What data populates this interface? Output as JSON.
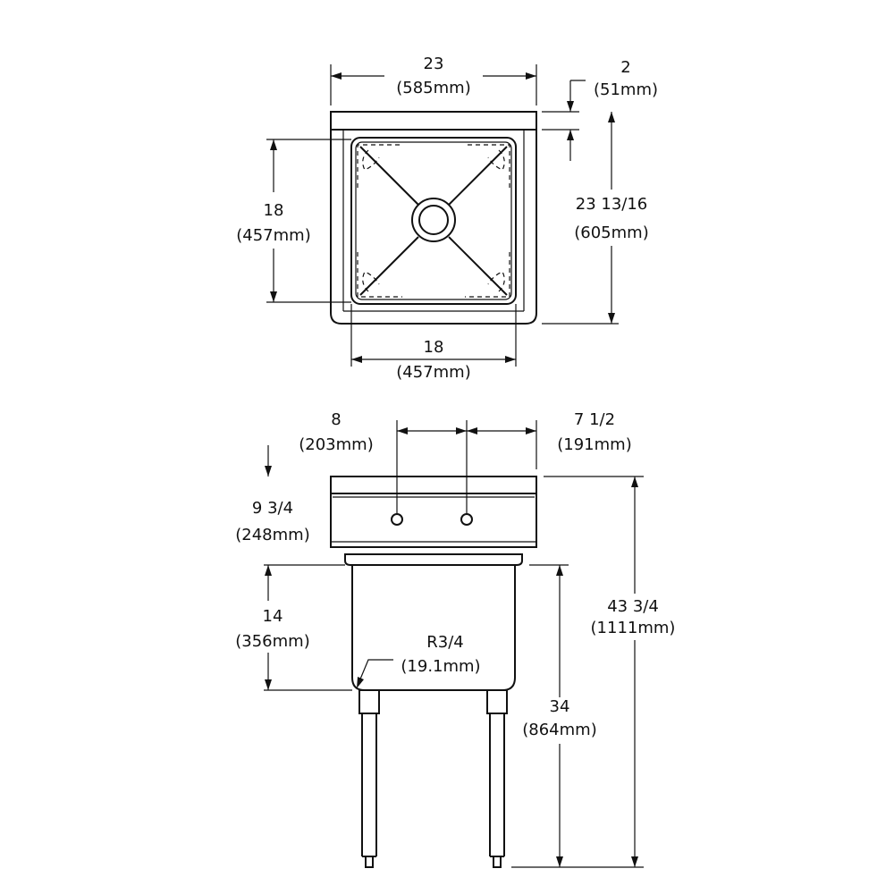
{
  "top_view": {
    "overall_width": {
      "value": "23",
      "metric": "(585mm)"
    },
    "backsplash": {
      "value": "2",
      "metric": "(51mm)"
    },
    "bowl_front_to_back": {
      "value": "18",
      "metric": "(457mm)"
    },
    "overall_depth": {
      "value": "23 13/16",
      "metric": "(605mm)"
    },
    "bowl_width": {
      "value": "18",
      "metric": "(457mm)"
    }
  },
  "front_view": {
    "faucet_center": {
      "value": "8",
      "metric": "(203mm)"
    },
    "faucet_offset": {
      "value": "7 1/2",
      "metric": "(191mm)"
    },
    "splash_height": {
      "value": "9 3/4",
      "metric": "(248mm)"
    },
    "bowl_depth": {
      "value": "14",
      "metric": "(356mm)"
    },
    "corner_radius": {
      "value": "R3/4",
      "metric": "(19.1mm)"
    },
    "rim_height": {
      "value": "34",
      "metric": "(864mm)"
    },
    "overall_height": {
      "value": "43 3/4",
      "metric": "(1111mm)"
    }
  }
}
